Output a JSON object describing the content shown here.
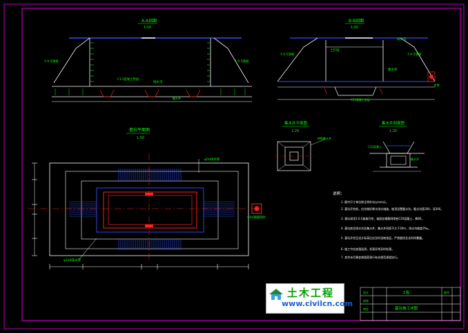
{
  "sheet": {
    "title": "基坑施工详图",
    "scale_1_50": "1:50",
    "scale_1_20": "1:20"
  },
  "views": {
    "section_a": {
      "title": "A-A剖面",
      "scale": "1:50"
    },
    "section_b": {
      "title": "B-B剖面",
      "scale": "1:50"
    },
    "plan": {
      "title": "基坑平面图",
      "scale": "1:50"
    },
    "detail_1": {
      "title": "集水井平面图",
      "scale": "1:20"
    },
    "detail_2": {
      "title": "集水井剖面图",
      "scale": "1:20"
    }
  },
  "labels": {
    "slope_left": "1:0.5放坡",
    "slope_right": "1:0.5放坡",
    "bottom_note": "C15混凝土垫层",
    "drain": "排水沟",
    "soil_nail": "土钉墙",
    "sump": "集水井",
    "pump": "水泵",
    "plan_note_1": "φ50排水管",
    "plan_note_2": "Φ20钢筋网片",
    "plan_note_3": "φ100排水管",
    "detail_note": "C20混凝土",
    "detail_note_2": "砖砌集水井"
  },
  "notes": {
    "heading": "说明：",
    "items": [
      "1. 图中尺寸单位除注明外均以mm计。",
      "2. 基坑开挖前，应先做好降水排水措施，坡顶设置截水沟，截水沟宽300，深300。",
      "3. 基坑采用1:0.5放坡开挖，坡面挂钢筋网喷射C20混凝土，厚80。",
      "4. 基坑底设排水沟及集水井，集水井间距不大于30m，排水沟坡度3‰。",
      "5. 基坑开挖至设计标高后应及时浇筑垫层，严禁超挖及长时间暴露。",
      "6. 施工中应加强监测，发现异常及时处理。",
      "7. 其余未尽事宜按国家现行有关规范规程执行。"
    ]
  },
  "title_block": {
    "project": "工程",
    "drawing": "基坑施工详图",
    "design": "设计",
    "check": "校核",
    "approve": "审定",
    "sheet_no": "图号"
  },
  "watermark": {
    "title": "土木工程",
    "url": "www.civilcn.com"
  },
  "colors": {
    "background": "#000000",
    "frame": "#c000c0",
    "line": "#ffffff",
    "dim": "#00ff00",
    "red": "#ff2020",
    "blue": "#3050ff",
    "cyan": "#00e0e0"
  }
}
